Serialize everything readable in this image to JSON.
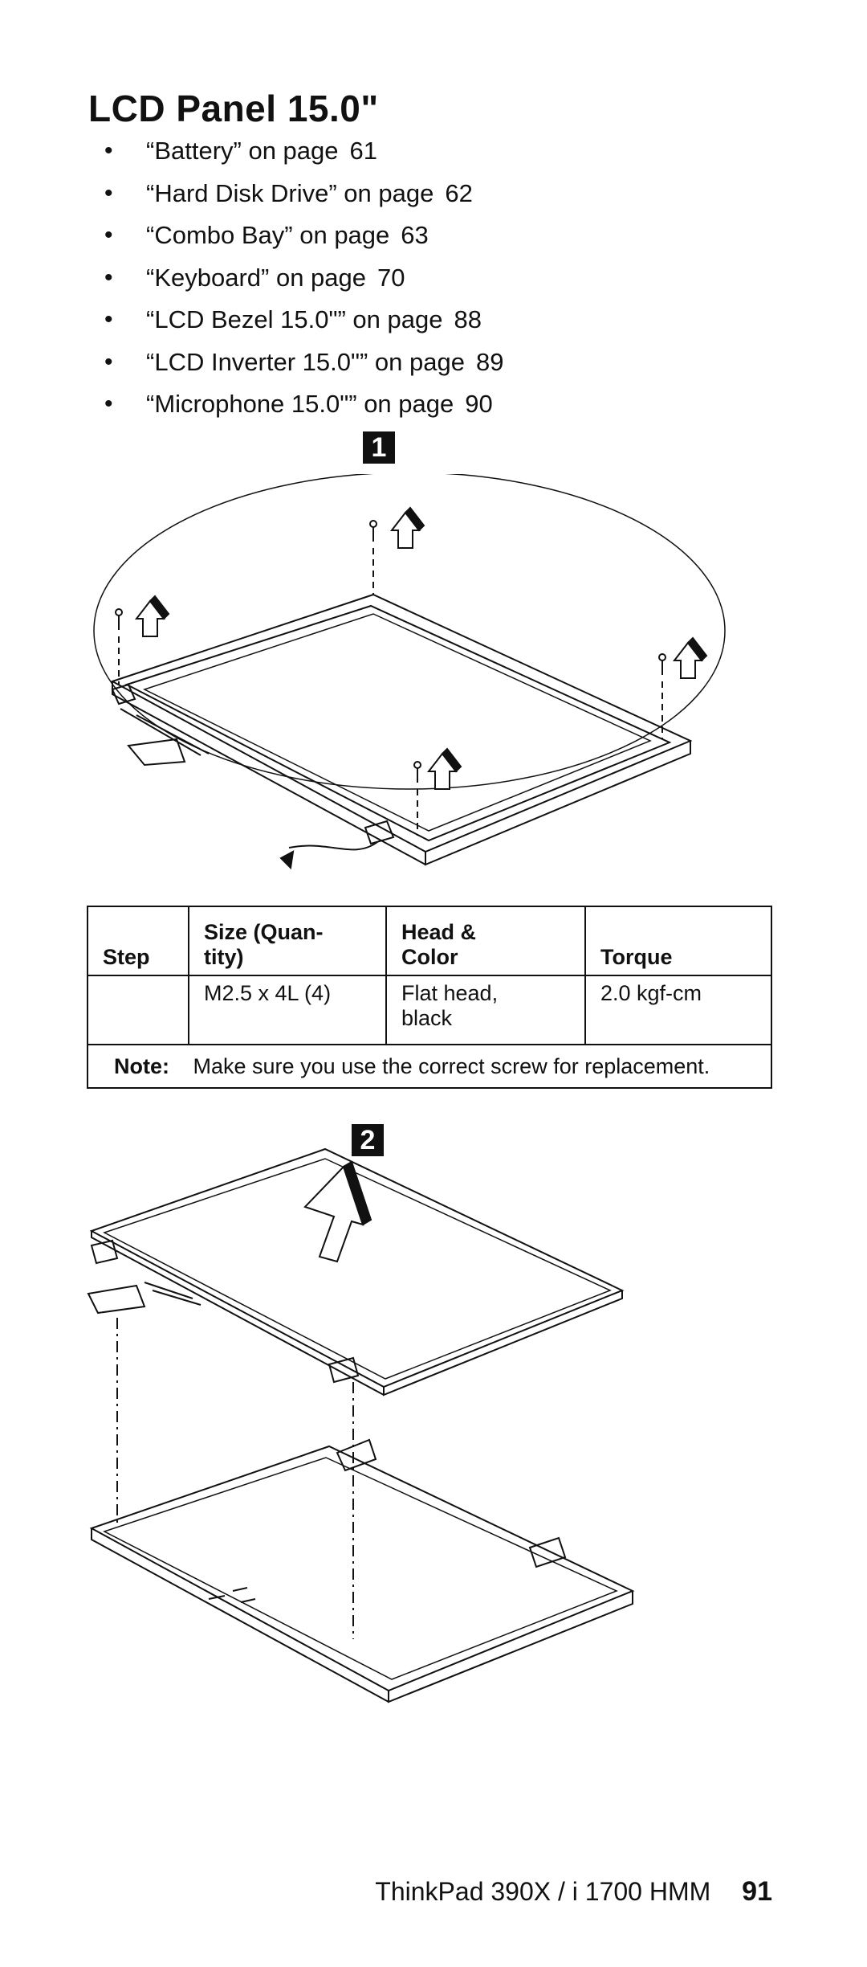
{
  "title": "LCD Panel 15.0\"",
  "toc": [
    {
      "label": "“Battery” on page",
      "page": "61"
    },
    {
      "label": "“Hard Disk Drive” on page",
      "page": "62"
    },
    {
      "label": "“Combo Bay” on page",
      "page": "63"
    },
    {
      "label": "“Keyboard” on page",
      "page": "70"
    },
    {
      "label": "“LCD Bezel 15.0\"” on page",
      "page": "88"
    },
    {
      "label": "“LCD Inverter 15.0\"” on page",
      "page": "89"
    },
    {
      "label": "“Microphone 15.0\"” on page",
      "page": "90"
    }
  ],
  "steps": {
    "one": "1",
    "two": "2"
  },
  "table": {
    "headers": {
      "step": "Step",
      "size_line1": "Size (Quan-",
      "size_line2": "tity)",
      "head_line1": "Head &",
      "head_line2": "Color",
      "torque": "Torque"
    },
    "row": {
      "step": "",
      "size": "M2.5 x 4L (4)",
      "head_line1": "Flat head,",
      "head_line2": "black",
      "torque": "2.0 kgf-cm"
    },
    "note_label": "Note:",
    "note_text": "Make sure you use the correct screw for replacement."
  },
  "footer": {
    "book": "ThinkPad 390X / i 1700 HMM",
    "page": "91"
  }
}
